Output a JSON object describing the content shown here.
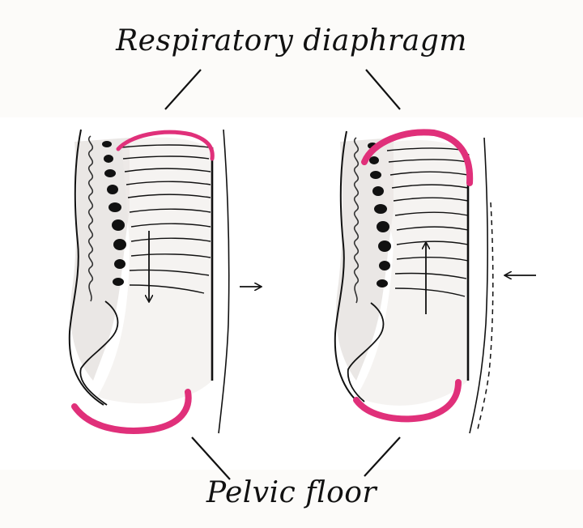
{
  "labels": {
    "top": "Respiratory diaphragm",
    "bottom": "Pelvic floor"
  },
  "colors": {
    "accent": "#e0307a",
    "ink": "#111111",
    "shade": "#c9c5c0"
  },
  "panels": [
    {
      "phase": "left",
      "diaphragm_arrow": "down",
      "belly_arrow": "outward"
    },
    {
      "phase": "right",
      "diaphragm_arrow": "up",
      "belly_arrow": "inward"
    }
  ]
}
